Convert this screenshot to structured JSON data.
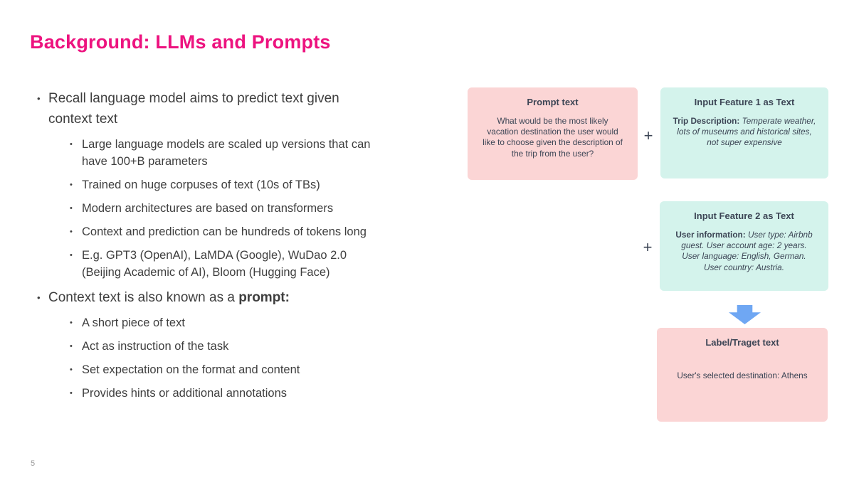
{
  "slide": {
    "title": "Background: LLMs and Prompts",
    "page_number": "5",
    "bullet_char": "•"
  },
  "colors": {
    "title_pink": "#ed137f",
    "box_pink": "#fbd5d5",
    "box_teal": "#d4f3ec",
    "arrow_blue": "#6fa7f3",
    "box_text": "#3c4555",
    "body_text": "#3e3e3e"
  },
  "bullets": [
    {
      "level": 1,
      "text": "Recall language model aims to predict text given\ncontext text"
    },
    {
      "level": 2,
      "text": "Large language models are scaled up versions that can\nhave 100+B parameters"
    },
    {
      "level": 2,
      "text": "Trained on huge corpuses of text (10s of TBs)"
    },
    {
      "level": 2,
      "text": "Modern architectures are based on transformers"
    },
    {
      "level": 2,
      "text": "Context and prediction can be hundreds of tokens long"
    },
    {
      "level": 2,
      "text": "E.g. GPT3 (OpenAI), LaMDA (Google), WuDao 2.0\n(Beijing Academic of AI), Bloom (Hugging Face)"
    },
    {
      "level": 1,
      "text": "Context text is also known as a ",
      "bold_suffix": "prompt:"
    },
    {
      "level": 2,
      "text": "A short piece of text"
    },
    {
      "level": 2,
      "text": "Act as instruction of the task"
    },
    {
      "level": 2,
      "text": "Set expectation on the format and content"
    },
    {
      "level": 2,
      "text": "Provides hints or additional annotations"
    }
  ],
  "diagram": {
    "plus_sign": "+",
    "prompt_box": {
      "title": "Prompt text",
      "body": "What would be the most likely\nvacation destination the user would\nlike to choose given the description of\nthe trip from the user?"
    },
    "feature1_box": {
      "title": "Input Feature 1 as Text",
      "label": "Trip Description: ",
      "body": "Temperate weather,\nlots of museums and historical sites,\nnot super expensive"
    },
    "feature2_box": {
      "title": "Input Feature 2 as Text",
      "label": "User information: ",
      "body": "User type: Airbnb\nguest. User account age: 2 years.\nUser language: English, German.\nUser country: Austria."
    },
    "label_box": {
      "title": "Label/Traget text",
      "body": "User's selected destination: Athens"
    }
  }
}
